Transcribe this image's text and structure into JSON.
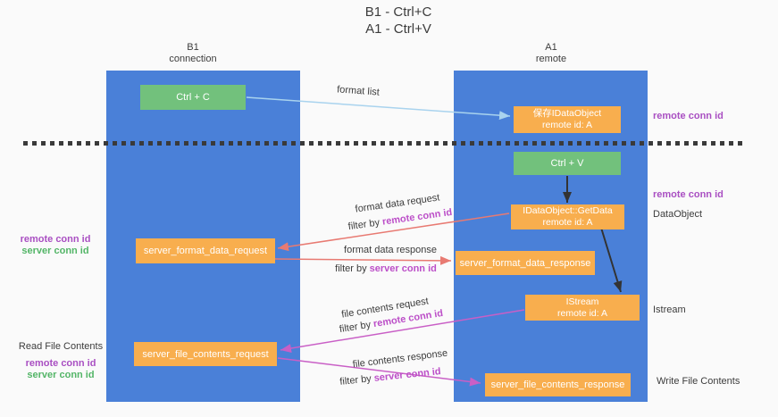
{
  "title": {
    "line1": "B1 - Ctrl+C",
    "line2": "A1 - Ctrl+V"
  },
  "lanes": {
    "b1": {
      "name": "B1",
      "role": "connection"
    },
    "a1": {
      "name": "A1",
      "role": "remote"
    }
  },
  "nodes": {
    "ctrl_c": {
      "label": "Ctrl + C"
    },
    "ctrl_v": {
      "label": "Ctrl + V"
    },
    "save_idataobject": {
      "line1": "保存IDataObject",
      "line2": "remote id: A"
    },
    "getdata": {
      "line1": "IDataObject::GetData",
      "line2": "remote id: A"
    },
    "istream": {
      "line1": "IStream",
      "line2": "remote id: A"
    },
    "server_format_data_request": {
      "label": "server_format_data_request"
    },
    "server_format_data_response": {
      "label": "server_format_data_response"
    },
    "server_file_contents_request": {
      "label": "server_file_contents_request"
    },
    "server_file_contents_response": {
      "label": "server_file_contents_response"
    }
  },
  "edges": {
    "format_list": {
      "label": "format list"
    },
    "format_data_request": {
      "label": "format data request",
      "filter_prefix": "filter by ",
      "filter_key": "remote conn id"
    },
    "format_data_response": {
      "label": "format data response",
      "filter_prefix": "filter by ",
      "filter_key": "server conn id"
    },
    "file_contents_request": {
      "label": "file contents request",
      "filter_prefix": "filter by ",
      "filter_key": "remote conn id"
    },
    "file_contents_response": {
      "label": "file contents response",
      "filter_prefix": "filter by ",
      "filter_key": "server conn id"
    }
  },
  "annotations": {
    "left_format": {
      "remote": "remote conn id",
      "server": "server conn id"
    },
    "left_file": {
      "title": "Read File Contents",
      "remote": "remote conn id",
      "server": "server conn id"
    },
    "right_save": "remote conn id",
    "right_getdata": "remote conn id",
    "right_dataobject": "DataObject",
    "right_istream": "Istream",
    "right_write": "Write File Contents"
  },
  "colors": {
    "background": "#fafafa",
    "lane_blue": "#4a80d8",
    "node_orange": "#f8ae4e",
    "node_green": "#72c17c",
    "arrow_red": "#e87a72",
    "arrow_magenta": "#c95fc6",
    "arrow_lightblue": "#a9d3ee",
    "arrow_black": "#333333",
    "text_purple": "#a94fc2",
    "text_green": "#53b567",
    "text_magenta": "#bc4fc8",
    "text_dark": "#3c3c3c"
  }
}
